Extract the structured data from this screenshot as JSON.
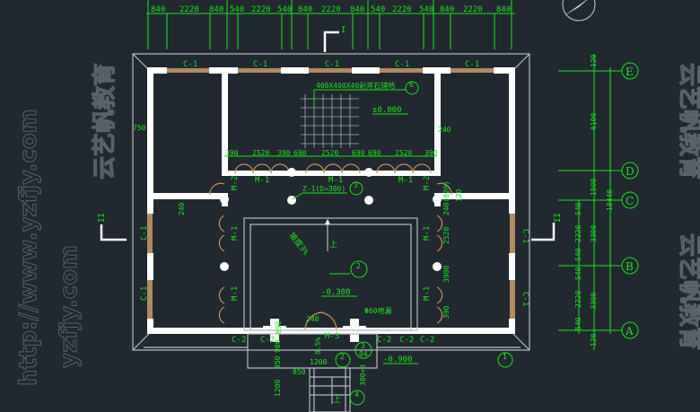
{
  "drawing": {
    "top_dimensions": [
      "840",
      "2220",
      "840",
      "540",
      "2220",
      "540",
      "840",
      "2220",
      "840",
      "540",
      "2220",
      "540",
      "840",
      "2220",
      "840"
    ],
    "windows": {
      "c1": "C-1",
      "c2": "C-2"
    },
    "doors": {
      "m1": "M-1",
      "m2": "M-2",
      "m3": "M-3"
    },
    "stair_note": "400X400X40剁斧石铺地",
    "stair_ref": "6",
    "level_zero": "±0.000",
    "level_court": "-0.300",
    "level_outside": "-0.900",
    "door_dims": [
      "390",
      "2520",
      "390",
      "690",
      "2520",
      "690",
      "690",
      "2520",
      "390"
    ],
    "column_note": "Z-1(D=300)",
    "column_ref": "3",
    "court_slope": "坡度3%",
    "court_ref": "2",
    "drain_note": "Φ60地漏",
    "porch_slope": "0.5%",
    "porch_ref": "2",
    "porch_ref_b": "3",
    "porch_ref_b_sub": "04",
    "stair_ref_b": "4",
    "up_label": "上",
    "left_dims": {
      "d750": "750",
      "d240": "240"
    },
    "right_dims": {
      "d240": "240",
      "d120": "120",
      "combo": "240(820)",
      "d2520": "2520",
      "d3900": "3900",
      "d390": "390"
    },
    "porch_dims": {
      "d240": "240",
      "d1200": "1200",
      "d850": "850",
      "d1200b": "1200",
      "d450": "450",
      "d900": "900",
      "d300": "300×3",
      "d690": "690"
    },
    "section_mark": "I",
    "section_mark_2": "II",
    "detail_ref": "1",
    "axis_labels": [
      "E",
      "D",
      "C",
      "B",
      "A"
    ],
    "axis_dims": {
      "top120": "120",
      "e_d": "6100",
      "d_c": "1500",
      "c_b": "3300",
      "b_a": "3300",
      "total": "18440",
      "bot120": "120",
      "s540a": "540",
      "s2220a": "2220",
      "s540b": "540",
      "s540c": "540",
      "s2220b": "2220",
      "s540d": "540"
    },
    "watermarks": [
      "http://www.yzfjy.com",
      "云艺帆教育",
      "yzfjy.com"
    ]
  }
}
